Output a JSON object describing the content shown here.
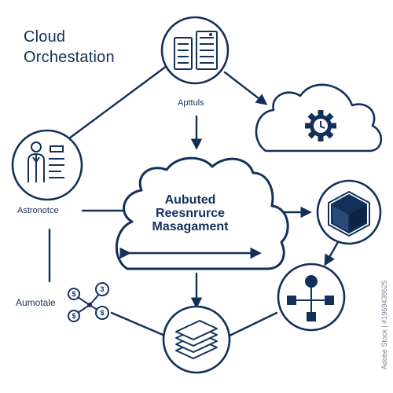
{
  "title": {
    "line1": "Cloud",
    "line2": "Orchestation"
  },
  "labels": {
    "top": "Apttuls",
    "astronotice": "Astronotce",
    "automate": "Aumotale"
  },
  "central_cloud": {
    "line1": "Aubuted",
    "line2": "Reesnrurce",
    "line3": "Masagament"
  },
  "watermark": "Adobe Stock | #1969438625",
  "colors": {
    "navy": "#13305b",
    "background": "#ffffff"
  },
  "icons": {
    "servers": "server-rack-icon",
    "gear_cloud": "cloud-gear-clock-icon",
    "person": "person-document-icon",
    "cube": "cube-icon",
    "hierarchy": "hierarchy-network-icon",
    "stack": "stacked-layers-icon",
    "network": "dollar-network-icon"
  }
}
